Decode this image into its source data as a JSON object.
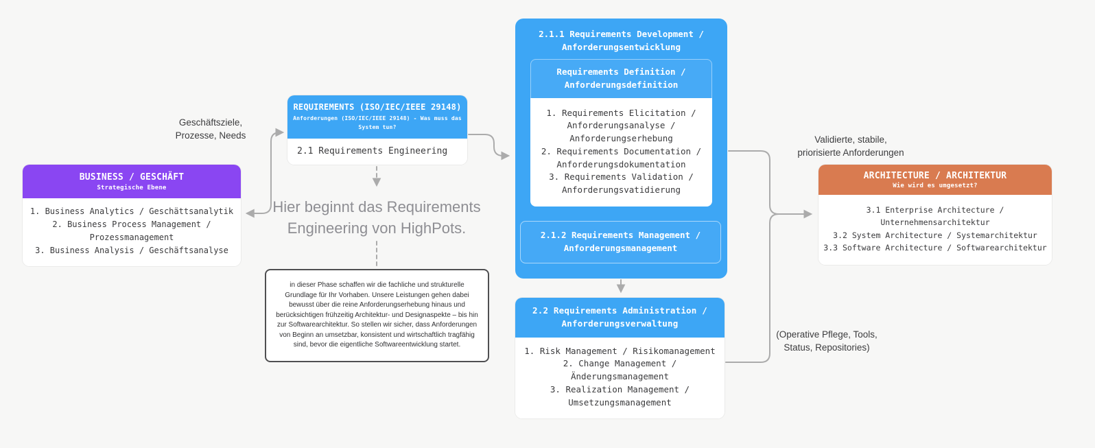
{
  "colors": {
    "background": "#F7F7F6",
    "purple": "#8A46F2",
    "blue": "#3DA6F5",
    "orange": "#D97B50",
    "connector_gray": "#ABABAB",
    "headline_gray": "#8E8E93"
  },
  "annotations": {
    "business_input": "Geschäftsziele,\nProzesse, Needs",
    "headline": "Hier beginnt das Requirements\nEngineering von HighPots.",
    "validated_output": "Validierte, stabile,\npriorisierte Anforderungen",
    "operative_note": "(Operative Pflege, Tools,\nStatus, Repositories)"
  },
  "note": {
    "text": "in dieser Phase schaffen wir die fachliche und strukturelle Grundlage für Ihr Vorhaben. Unsere Leistungen gehen dabei bewusst über die reine Anforderungserhebung hinaus und berücksichtigen frühzeitig Architektur- und Designaspekte – bis hin zur Softwarearchitektur. So stellen wir sicher, dass Anforderungen von Beginn an umsetzbar, konsistent und wirtschaftlich tragfähig sind, bevor die eigentliche Softwareentwicklung startet."
  },
  "cards": {
    "business": {
      "title": "BUSINESS / GESCHÄFT",
      "subtitle": "Strategische Ebene",
      "items": "1. Business Analytics / Geschättsanalytik\n2. Business Process Management /\nProzessmanagement\n3. Business Analysis / Geschäftsanalyse"
    },
    "requirements": {
      "title": "REQUIREMENTS (ISO/IEC/IEEE 29148)",
      "subtitle": "Anforderungen (ISO/IEC/IEEE 29148) - Was muss das\nSystem tun?",
      "body": "2.1 Requirements Engineering"
    },
    "development": {
      "title": "2.1.1 Requirements Development /\nAnforderungsentwicklung",
      "definition": {
        "title": "Requirements Definition /\nAnforderungsdefinition",
        "items": "1. Requirements Elicitation /\nAnforderungsanalyse /\nAnforderungserhebung\n2. Requirements Documentation /\nAnforderungsdokumentation\n3. Requirements Validation /\nAnforderungsvatidierung"
      },
      "management": {
        "title": "2.1.2 Requirements Management /\nAnforderungsmanagement"
      }
    },
    "administration": {
      "title": "2.2 Requirements Administration /\nAnforderungsverwaltung",
      "items": "1. Risk Management / Risikomanagement\n2. Change Management /\nÄnderungsmanagement\n3. Realization Management /\nUmsetzungsmanagement"
    },
    "architecture": {
      "title": "ARCHITECTURE / ARCHITEKTUR",
      "subtitle": "Wie wird es umgesetzt?",
      "items": "3.1 Enterprise Architecture /\nUnternehmensarchitektur\n3.2 System Architecture / Systemarchitektur\n3.3 Software Architecture / Softwarearchitektur"
    }
  }
}
